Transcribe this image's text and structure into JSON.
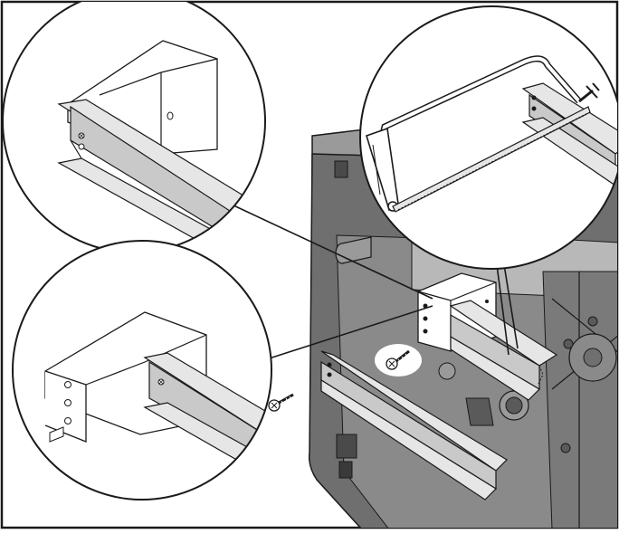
{
  "figure": {
    "kind": "technical-illustration",
    "background": "#ffffff",
    "colors": {
      "outline": "#1a1a1a",
      "enclosure_fill": "#6f6f6f",
      "enclosure_light": "#9a9a9a",
      "rail_fill": "#c9c9c9",
      "rail_light": "#e6e6e6",
      "block_fill": "#ffffff"
    },
    "callouts": [
      {
        "name": "rail-end-detail",
        "icon": "magnifier-circle"
      },
      {
        "name": "saw-cutting-detail",
        "icon": "magnifier-circle"
      },
      {
        "name": "rail-mounted-detail",
        "icon": "magnifier-circle"
      }
    ],
    "parts": [
      "enclosure",
      "din-rail-upper",
      "din-rail-lower",
      "terminal-block",
      "mounting-screw",
      "hacksaw"
    ]
  }
}
